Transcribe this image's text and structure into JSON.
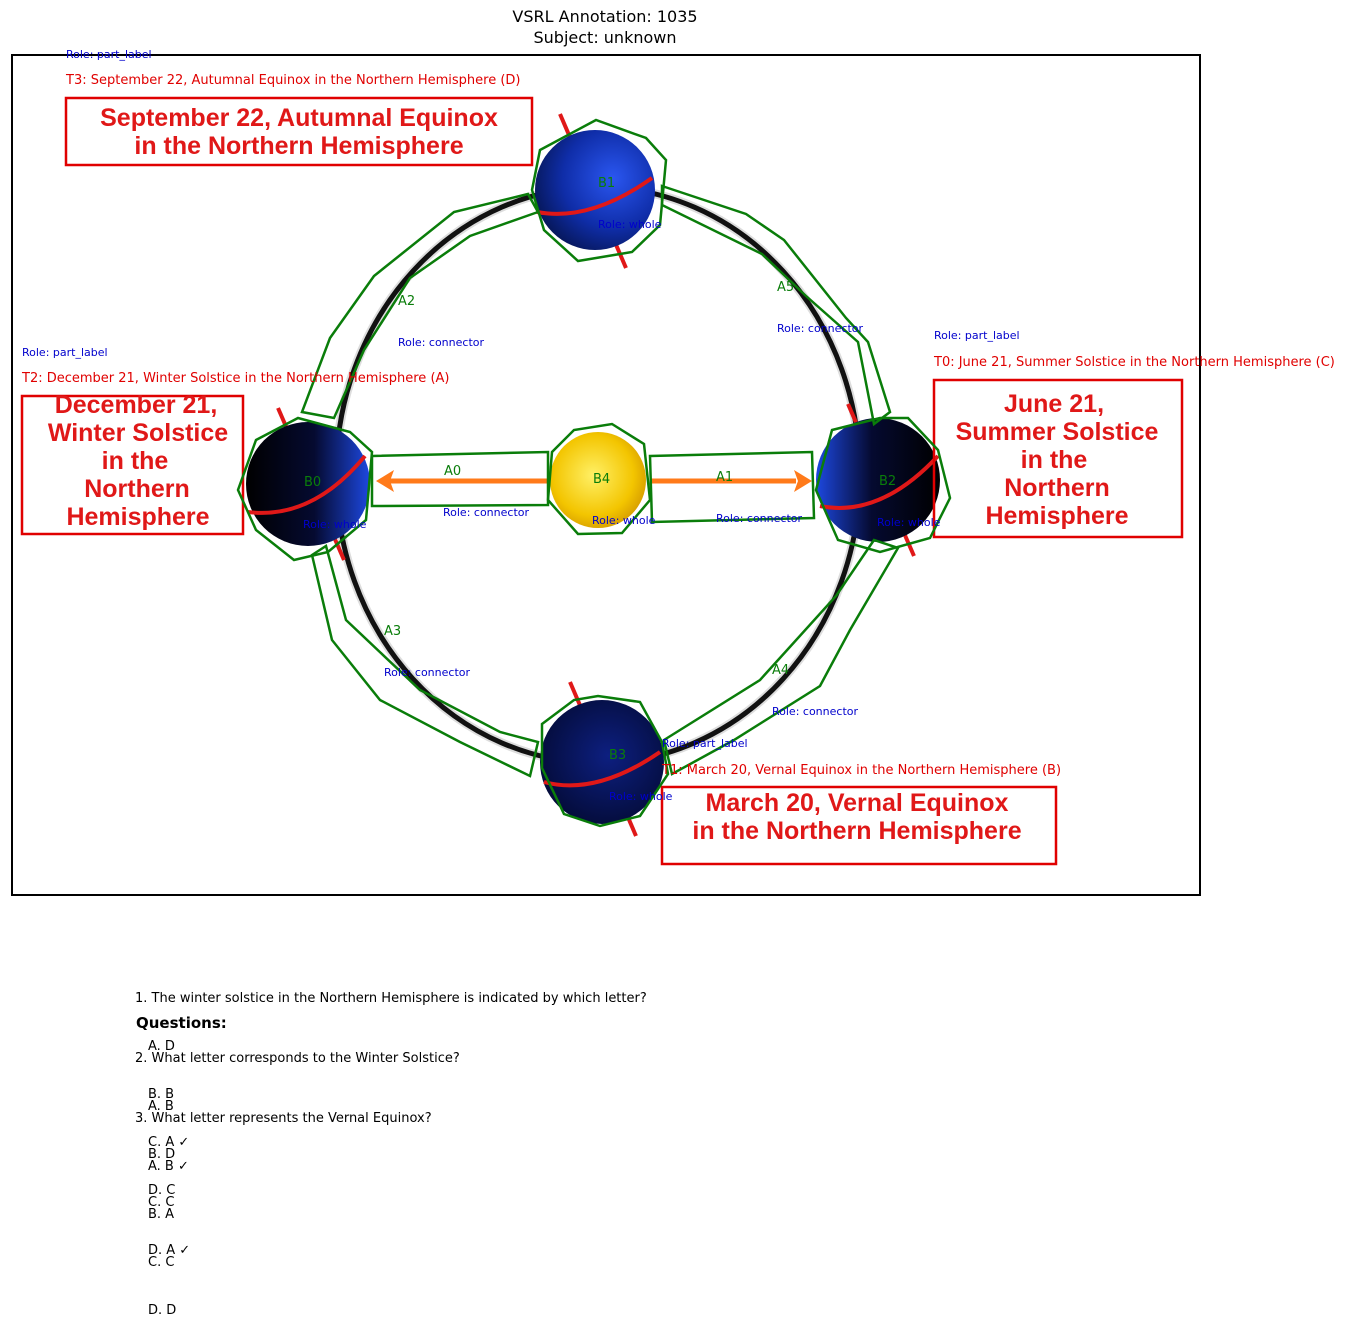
{
  "header": {
    "title": "VSRL Annotation: 1035",
    "subject": "Subject: unknown"
  },
  "colors": {
    "region_outline": "#0a7d0a",
    "text_box": "#e00000",
    "role_label": "#0000cc",
    "orbit": "#111111",
    "arrow": "#ff7a1a",
    "sun": "#f5c800",
    "earth": "#1232b0"
  },
  "text_labels": [
    {
      "id": "T0",
      "role": "Role: part_label",
      "caption": "T0: June 21, Summer Solstice in the Northern Hemisphere (C)",
      "box_lines": [
        "June 21,",
        "Summer Solstice",
        "in the",
        "Northern",
        "Hemisphere"
      ]
    },
    {
      "id": "T1",
      "role": "Role: part_label",
      "caption": "T1: March 20, Vernal Equinox in the Northern Hemisphere (B)",
      "box_lines": [
        "March 20, Vernal Equinox",
        "in the Northern Hemisphere"
      ]
    },
    {
      "id": "T2",
      "role": "Role: part_label",
      "caption": "T2: December 21, Winter Solstice in the Northern Hemisphere (A)",
      "box_lines": [
        "December 21,",
        "Winter Solstice",
        "in the",
        "Northern",
        "Hemisphere"
      ]
    },
    {
      "id": "T3",
      "role": "Role: part_label",
      "caption": "T3: September 22, Autumnal Equinox in the Northern Hemisphere (D)",
      "box_lines": [
        "September 22, Autumnal Equinox",
        "in the Northern Hemisphere"
      ]
    }
  ],
  "blobs": [
    {
      "id": "B0",
      "role": "Role: whole"
    },
    {
      "id": "B1",
      "role": "Role: whole"
    },
    {
      "id": "B2",
      "role": "Role: whole"
    },
    {
      "id": "B3",
      "role": "Role: whole"
    },
    {
      "id": "B4",
      "role": "Role: whole"
    }
  ],
  "arrows": [
    {
      "id": "A0",
      "role": "Role: connector"
    },
    {
      "id": "A1",
      "role": "Role: connector"
    },
    {
      "id": "A2",
      "role": "Role: connector"
    },
    {
      "id": "A3",
      "role": "Role: connector"
    },
    {
      "id": "A4",
      "role": "Role: connector"
    },
    {
      "id": "A5",
      "role": "Role: connector"
    }
  ],
  "questions": {
    "heading": "Questions:",
    "items": [
      {
        "q": "1. The winter solstice in the Northern Hemisphere is indicated by which letter?",
        "options": [
          "A. D",
          "B. B",
          "C. A ✓",
          "D. C"
        ]
      },
      {
        "q": "2. What letter corresponds to the Winter Solstice?",
        "options": [
          "A. B",
          "B. D",
          "C. C",
          "D. A ✓"
        ]
      },
      {
        "q": "3. What letter represents the Vernal Equinox?",
        "options": [
          "A. B ✓",
          "B. A",
          "C. C",
          "D. D"
        ]
      }
    ]
  }
}
